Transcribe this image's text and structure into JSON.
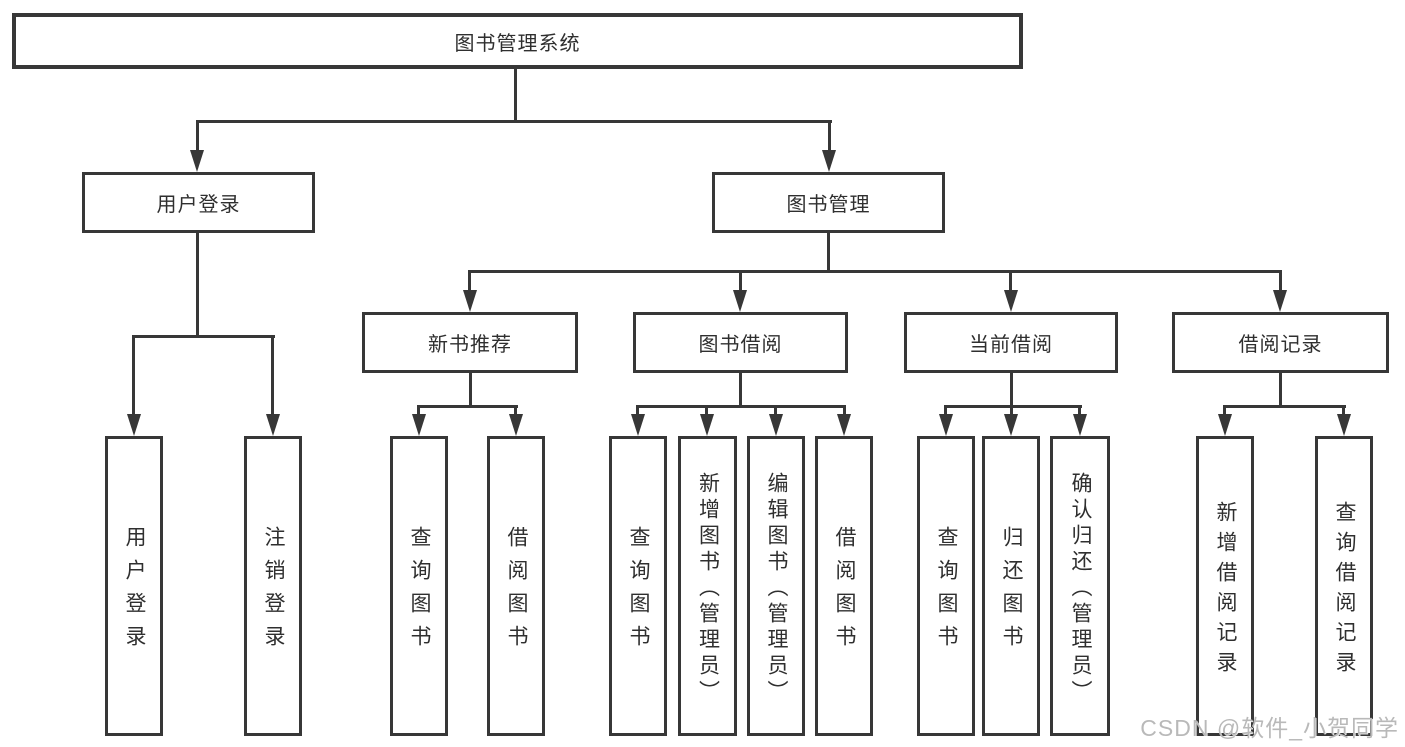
{
  "tree": {
    "root": {
      "label": "图书管理系统",
      "children": [
        {
          "label": "用户登录",
          "children": [
            {
              "label": "用户登录"
            },
            {
              "label": "注销登录"
            }
          ]
        },
        {
          "label": "图书管理",
          "children": [
            {
              "label": "新书推荐",
              "children": [
                {
                  "label": "查询图书"
                },
                {
                  "label": "借阅图书"
                }
              ]
            },
            {
              "label": "图书借阅",
              "children": [
                {
                  "label": "查询图书"
                },
                {
                  "label": "新增图书（管理员）"
                },
                {
                  "label": "编辑图书（管理员）"
                },
                {
                  "label": "借阅图书"
                }
              ]
            },
            {
              "label": "当前借阅",
              "children": [
                {
                  "label": "查询图书"
                },
                {
                  "label": "归还图书"
                },
                {
                  "label": "确认归还（管理员）"
                }
              ]
            },
            {
              "label": "借阅记录",
              "children": [
                {
                  "label": "新增借阅记录"
                },
                {
                  "label": "查询借阅记录"
                }
              ]
            }
          ]
        }
      ]
    }
  },
  "watermark": {
    "text": "CSDN @软件_小贺同学"
  },
  "colors": {
    "line": "#373737",
    "box_background": "#ffffff",
    "watermark": "#b9b9b9"
  }
}
